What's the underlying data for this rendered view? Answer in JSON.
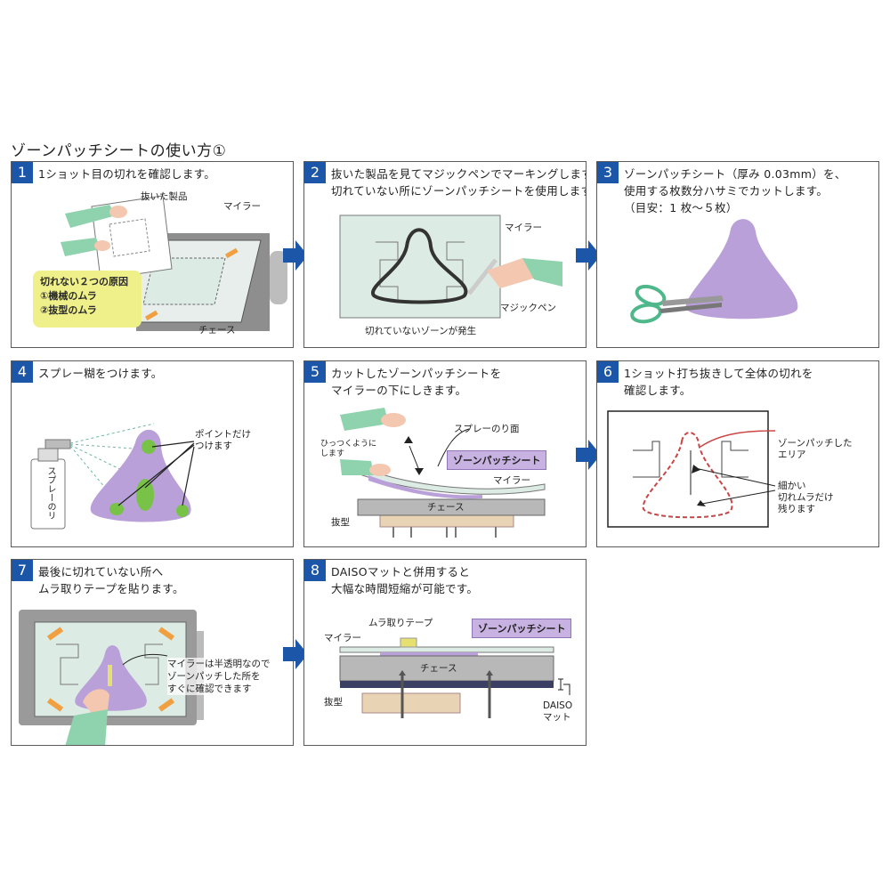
{
  "title": "ゾーンパッチシートの使い方①",
  "panels": [
    {
      "num": "1",
      "lines": [
        "1ショット目の切れを確認します。"
      ],
      "labels": {
        "product": "抜いた製品",
        "mylar": "マイラー",
        "chase": "チェース"
      },
      "callout": {
        "title": "切れない２つの原因",
        "item1": "①機械のムラ",
        "item2": "②抜型のムラ"
      }
    },
    {
      "num": "2",
      "lines": [
        "抜いた製品を見てマジックペンでマーキングします。",
        "切れていない所にゾーンパッチシートを使用します。"
      ],
      "labels": {
        "mylar": "マイラー",
        "pen": "マジックペン",
        "zone": "切れていないゾーンが発生"
      }
    },
    {
      "num": "3",
      "lines": [
        "ゾーンパッチシート（厚み 0.03mm）を、",
        "使用する枚数分ハサミでカットします。",
        "（目安：1 枚～５枚）"
      ]
    },
    {
      "num": "4",
      "lines": [
        "スプレー糊をつけます。"
      ],
      "labels": {
        "point1": "ポイントだけ",
        "point2": "つけます",
        "spray": "スプレーのリ"
      }
    },
    {
      "num": "5",
      "lines": [
        "カットしたゾーンパッチシートを",
        "マイラーの下にしきます。"
      ],
      "labels": {
        "flip1": "ひっつくように",
        "flip2": "します",
        "glue": "スプレーのり面",
        "sheet": "ゾーンパッチシート",
        "mylar": "マイラー",
        "chase": "チェース",
        "die": "抜型"
      }
    },
    {
      "num": "6",
      "lines": [
        "1ショット打ち抜きして全体の切れを",
        "確認します。"
      ],
      "labels": {
        "area1": "ゾーンパッチした",
        "area2": "エリア",
        "fine1": "細かい",
        "fine2": "切れムラだけ",
        "fine3": "残ります"
      }
    },
    {
      "num": "7",
      "lines": [
        "最後に切れていない所へ",
        "ムラ取りテープを貼ります。"
      ],
      "labels": {
        "note1": "マイラーは半透明なので",
        "note2": "ゾーンパッチした所を",
        "note3": "すぐに確認できます"
      }
    },
    {
      "num": "8",
      "lines": [
        "DAISOマットと併用すると",
        "大幅な時間短縮が可能です。"
      ],
      "labels": {
        "tape": "ムラ取りテープ",
        "sheet": "ゾーンパッチシート",
        "mylar": "マイラー",
        "chase": "チェース",
        "die": "抜型",
        "mat1": "DAISO",
        "mat2": "マット"
      }
    }
  ],
  "colors": {
    "number_bg": "#1c56a8",
    "arrow": "#1c56a8",
    "sheet_purple": "#b9a0d8",
    "mylar_green": "#dcebe4",
    "callout_yellow": "#eff08a"
  }
}
